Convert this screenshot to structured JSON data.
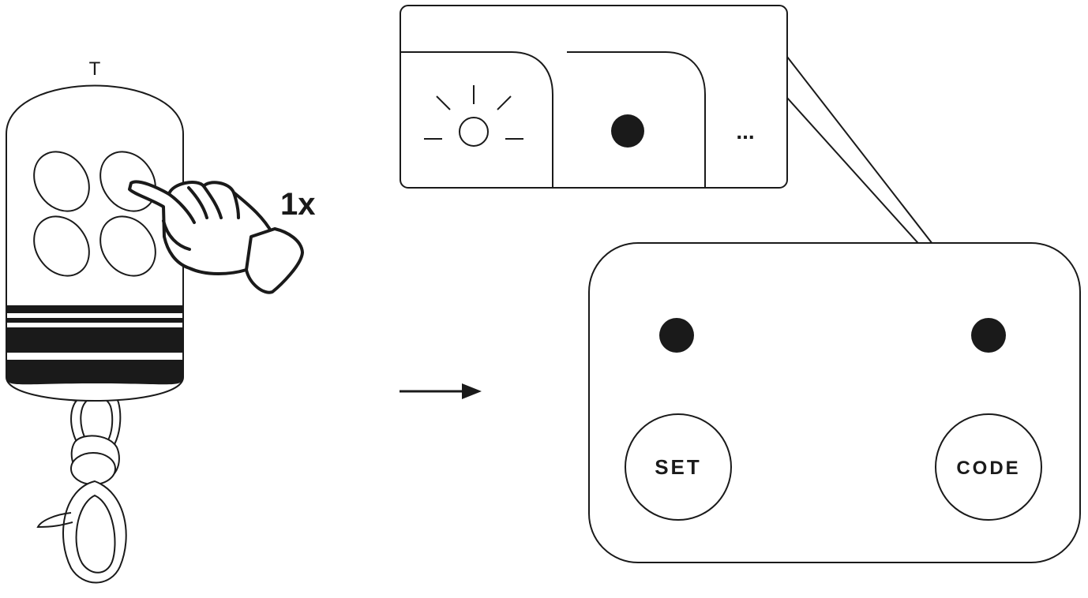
{
  "remote": {
    "label": "T",
    "press_count": "1x"
  },
  "receiver": {
    "set_label": "SET",
    "code_label": "CODE"
  },
  "callout": {
    "led_states": [
      {
        "icon": "led-blinking-icon"
      },
      {
        "icon": "led-on-icon"
      },
      {
        "icon": "ellipsis",
        "text": "..."
      }
    ]
  },
  "colors": {
    "stroke": "#1a1a1a",
    "fill_dark": "#1a1a1a",
    "background": "#ffffff"
  }
}
